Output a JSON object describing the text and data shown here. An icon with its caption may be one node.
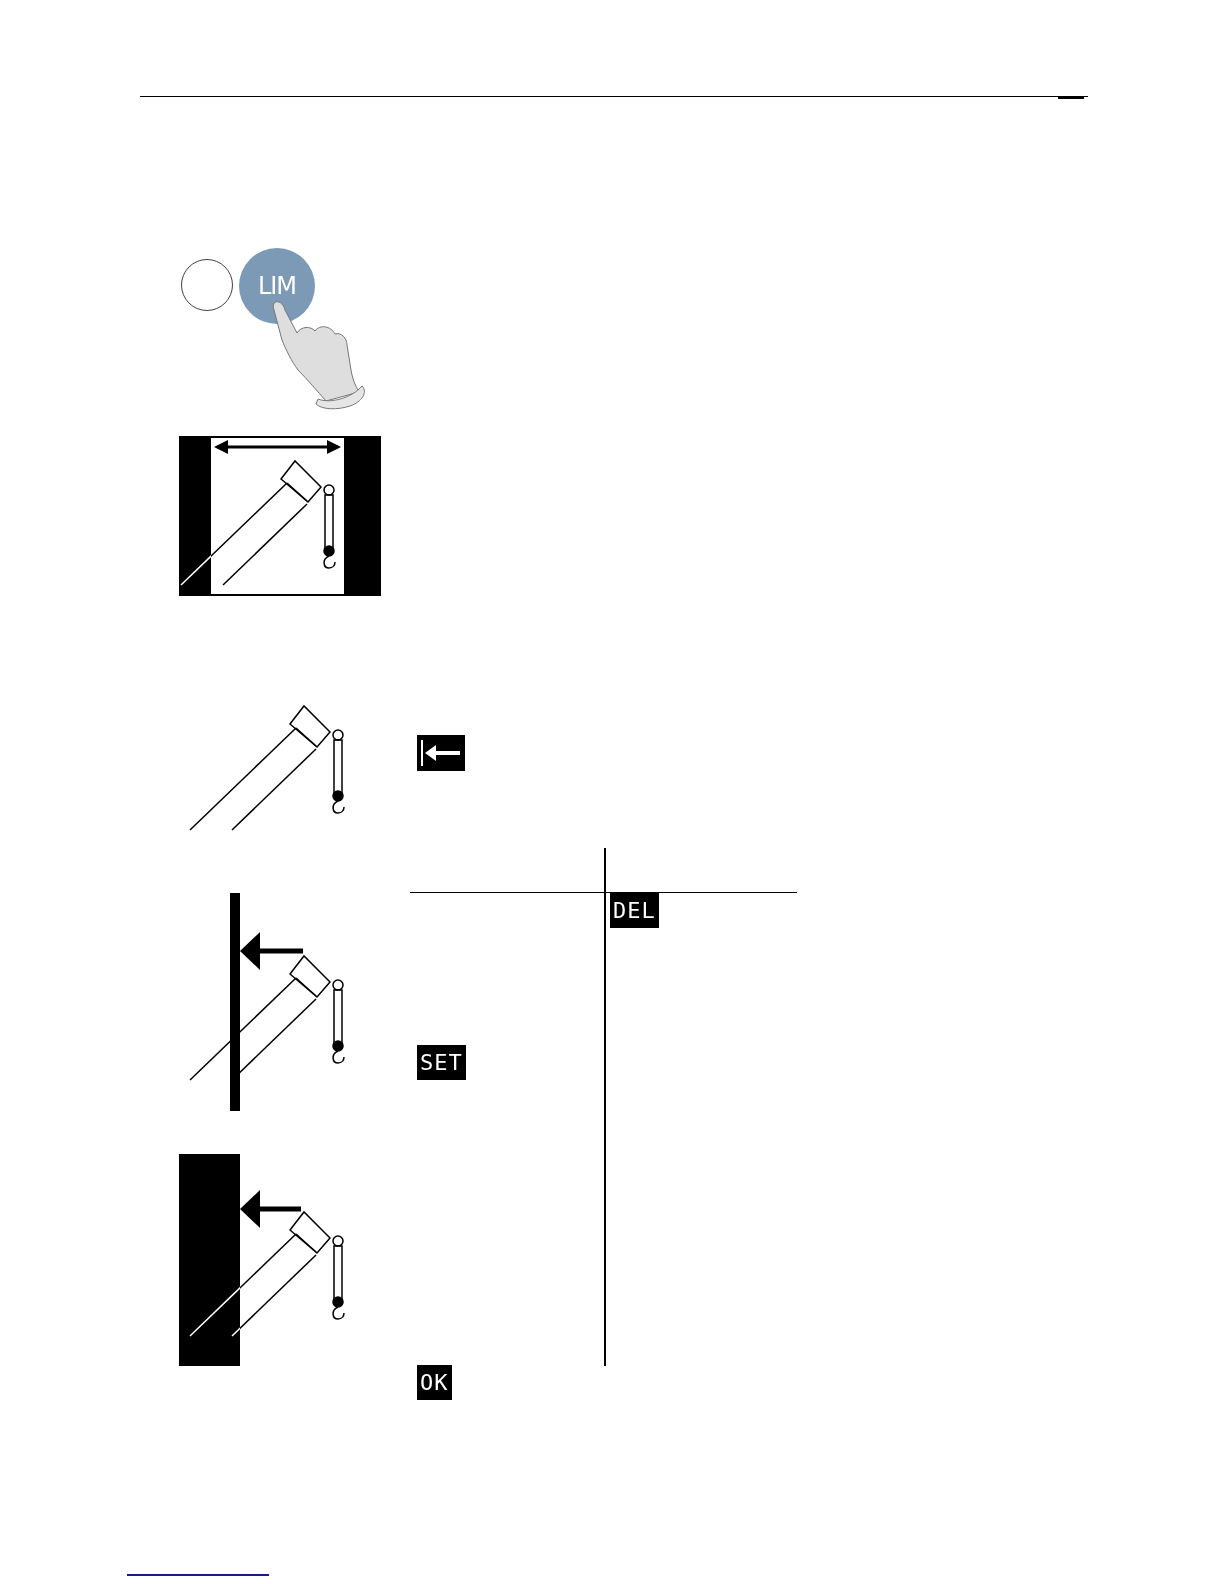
{
  "diagram": {
    "nodes": [
      {
        "text": [],
        "shape": "circle"
      },
      {
        "text": [
          "LIM"
        ]
      }
    ],
    "labels": [
      "DEL",
      "SET",
      "OK"
    ]
  }
}
